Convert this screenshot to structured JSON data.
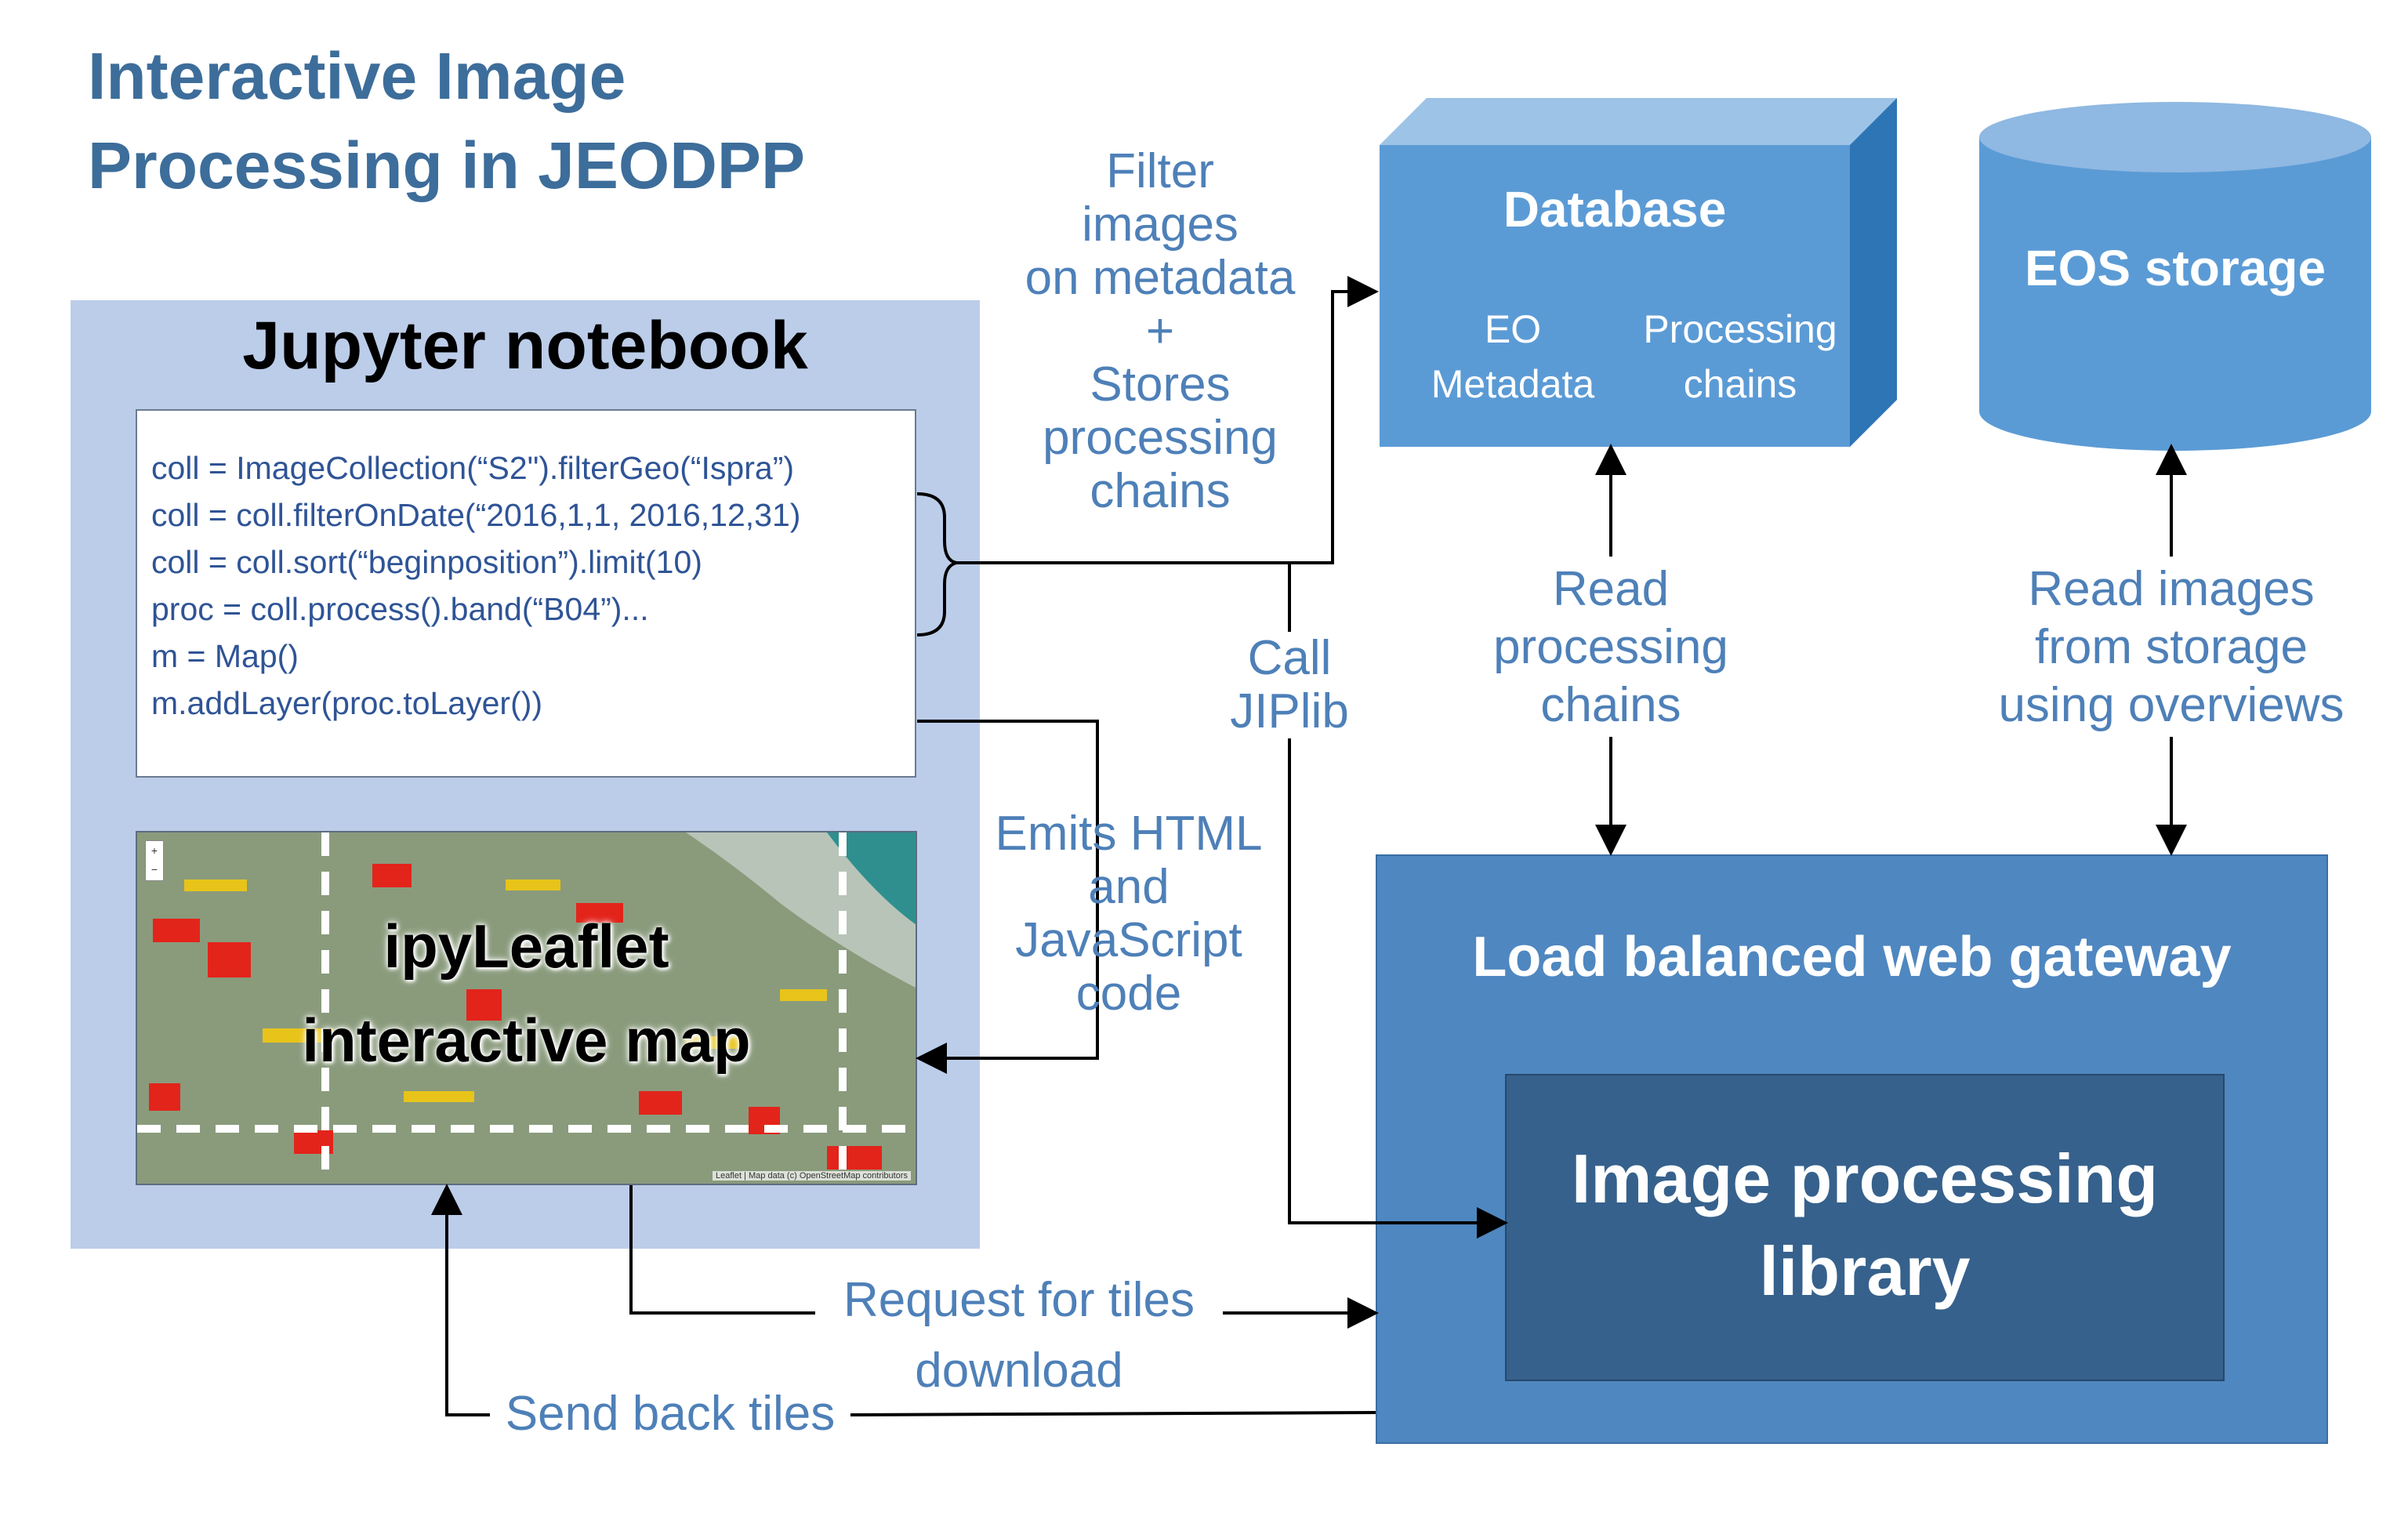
{
  "title": {
    "line1": "Interactive Image",
    "line2": "Processing in JEODPP"
  },
  "notebook": {
    "title": "Jupyter notebook",
    "code_lines": [
      "coll = ImageCollection(“S2\").filterGeo(“Ispra”)",
      "coll = coll.filterOnDate(“2016,1,1, 2016,12,31)",
      "coll = coll.sort(“beginposition”).limit(10)",
      "proc = coll.process().band(“B04”)...",
      "m = Map()",
      "m.addLayer(proc.toLayer())"
    ],
    "map": {
      "label_line1": "ipyLeaflet",
      "label_line2": "interactive map",
      "zoom_in": "+",
      "zoom_out": "−",
      "attribution": "Leaflet | Map data (c) OpenStreetMap contributors"
    }
  },
  "database": {
    "title": "Database",
    "left_line1": "EO",
    "left_line2": "Metadata",
    "right_line1": "Processing",
    "right_line2": "chains"
  },
  "eos": {
    "title": "EOS storage"
  },
  "gateway": {
    "title": "Load balanced web gateway"
  },
  "library": {
    "line1": "Image processing",
    "line2": "library"
  },
  "labels": {
    "filter": [
      "Filter",
      "images",
      "on metadata",
      "+",
      "Stores",
      "processing",
      "chains"
    ],
    "call": [
      "Call",
      "JIPlib"
    ],
    "emits": [
      "Emits HTML",
      "and",
      "JavaScript",
      "code"
    ],
    "read_chains": [
      "Read",
      "processing",
      "chains"
    ],
    "read_images": [
      "Read images",
      "from storage",
      "using overviews"
    ],
    "request": "Request for tiles",
    "download": "download",
    "send_back": "Send back tiles"
  },
  "colors": {
    "title": "#3d6d9a",
    "panel": "#bccde9",
    "label_text": "#4e80b8",
    "database_front": "#5b9bd5",
    "gateway": "#4f87c0",
    "library": "#36618c"
  }
}
